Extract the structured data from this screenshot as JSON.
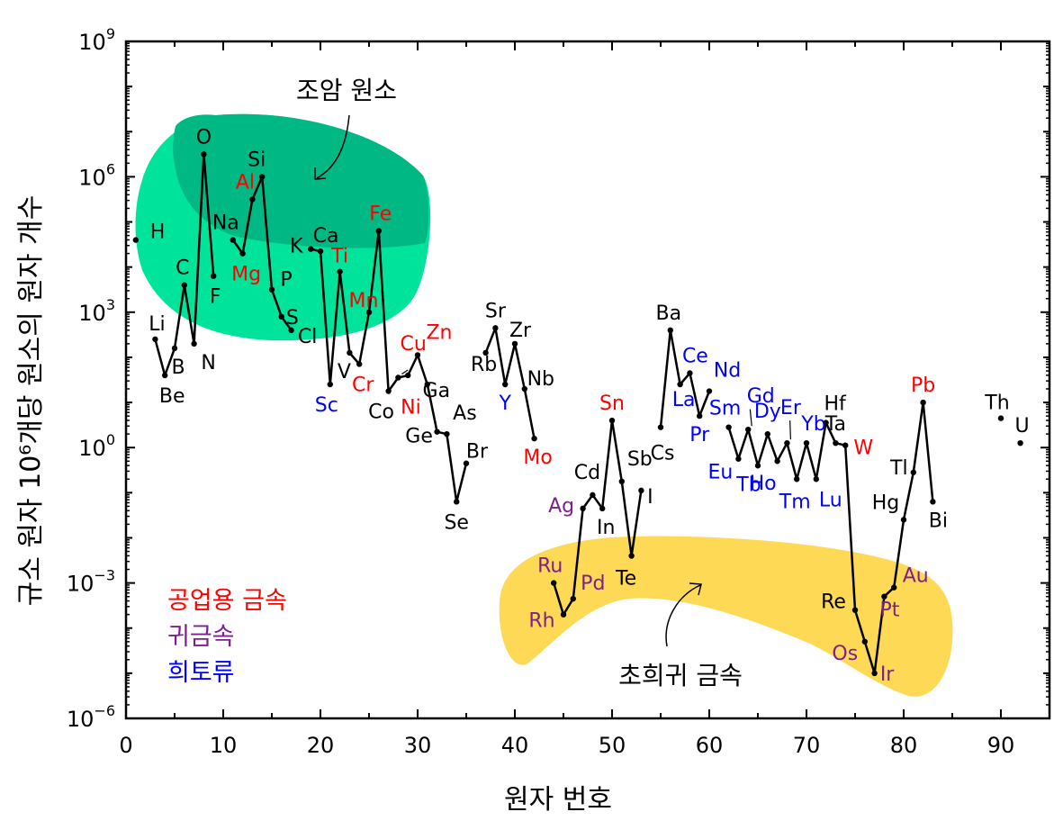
{
  "chart_data": {
    "type": "line",
    "xlabel": "원자 번호",
    "ylabel": "규소 원자 10⁶개당 원소의 원자 개수",
    "xlim": [
      0,
      95
    ],
    "ylim_log10": [
      -6,
      9
    ],
    "y_scale": "log",
    "xticks": [
      "0",
      "10",
      "20",
      "30",
      "40",
      "50",
      "60",
      "70",
      "80",
      "90"
    ],
    "yticks": [
      {
        "base": "10",
        "exp": "9",
        "value": 9
      },
      {
        "base": "10",
        "exp": "6",
        "value": 6
      },
      {
        "base": "10",
        "exp": "3",
        "value": 3
      },
      {
        "base": "10",
        "exp": "0",
        "value": 0
      },
      {
        "base": "10",
        "exp": "−3",
        "value": -3
      },
      {
        "base": "10",
        "exp": "−6",
        "value": -6
      }
    ],
    "colors": {
      "industrial": "#ff0000",
      "precious": "#7f1f8f",
      "rare_earth": "#0000ff",
      "other": "#000000",
      "line": "#000000"
    },
    "regions": [
      {
        "label": "조암 원소",
        "color": "#00e39a"
      },
      {
        "label": "초희귀 금속",
        "color": "#fdd955"
      }
    ],
    "legend": [
      {
        "label": "공업용 금속",
        "color": "#ff0000"
      },
      {
        "label": "귀금속",
        "color": "#7f1f8f"
      },
      {
        "label": "희토류",
        "color": "#0000ff"
      }
    ],
    "elements": [
      {
        "z": 1,
        "sym": "H",
        "log10": 4.6,
        "group": "other"
      },
      {
        "z": 3,
        "sym": "Li",
        "log10": 2.4,
        "group": "other"
      },
      {
        "z": 4,
        "sym": "Be",
        "log10": 1.6,
        "group": "other"
      },
      {
        "z": 5,
        "sym": "B",
        "log10": 2.2,
        "group": "other"
      },
      {
        "z": 6,
        "sym": "C",
        "log10": 3.6,
        "group": "other"
      },
      {
        "z": 7,
        "sym": "N",
        "log10": 2.3,
        "group": "other"
      },
      {
        "z": 8,
        "sym": "O",
        "log10": 6.5,
        "group": "other"
      },
      {
        "z": 9,
        "sym": "F",
        "log10": 3.8,
        "group": "other"
      },
      {
        "z": 11,
        "sym": "Na",
        "log10": 4.6,
        "group": "other"
      },
      {
        "z": 12,
        "sym": "Mg",
        "log10": 4.3,
        "group": "industrial"
      },
      {
        "z": 13,
        "sym": "Al",
        "log10": 5.5,
        "group": "industrial"
      },
      {
        "z": 14,
        "sym": "Si",
        "log10": 6.0,
        "group": "other"
      },
      {
        "z": 15,
        "sym": "P",
        "log10": 3.5,
        "group": "other"
      },
      {
        "z": 16,
        "sym": "S",
        "log10": 2.9,
        "group": "other"
      },
      {
        "z": 17,
        "sym": "Cl",
        "log10": 2.6,
        "group": "other"
      },
      {
        "z": 19,
        "sym": "K",
        "log10": 4.4,
        "group": "other"
      },
      {
        "z": 20,
        "sym": "Ca",
        "log10": 4.35,
        "group": "other"
      },
      {
        "z": 21,
        "sym": "Sc",
        "log10": 1.4,
        "group": "rare_earth"
      },
      {
        "z": 22,
        "sym": "Ti",
        "log10": 3.9,
        "group": "industrial"
      },
      {
        "z": 23,
        "sym": "V",
        "log10": 2.1,
        "group": "other"
      },
      {
        "z": 24,
        "sym": "Cr",
        "log10": 1.85,
        "group": "industrial"
      },
      {
        "z": 25,
        "sym": "Mn",
        "log10": 3.0,
        "group": "industrial"
      },
      {
        "z": 26,
        "sym": "Fe",
        "log10": 4.8,
        "group": "industrial"
      },
      {
        "z": 27,
        "sym": "Co",
        "log10": 1.25,
        "group": "other"
      },
      {
        "z": 28,
        "sym": "Ni",
        "log10": 1.55,
        "group": "industrial"
      },
      {
        "z": 29,
        "sym": "Cu",
        "log10": 1.6,
        "group": "industrial"
      },
      {
        "z": 30,
        "sym": "Zn",
        "log10": 2.05,
        "group": "industrial"
      },
      {
        "z": 31,
        "sym": "Ga",
        "log10": 1.4,
        "group": "other"
      },
      {
        "z": 32,
        "sym": "Ge",
        "log10": 0.35,
        "group": "other"
      },
      {
        "z": 33,
        "sym": "As",
        "log10": 0.3,
        "group": "other"
      },
      {
        "z": 34,
        "sym": "Se",
        "log10": -1.2,
        "group": "other"
      },
      {
        "z": 35,
        "sym": "Br",
        "log10": -0.35,
        "group": "other"
      },
      {
        "z": 37,
        "sym": "Rb",
        "log10": 2.1,
        "group": "other"
      },
      {
        "z": 38,
        "sym": "Sr",
        "log10": 2.65,
        "group": "other"
      },
      {
        "z": 39,
        "sym": "Y",
        "log10": 1.4,
        "group": "rare_earth"
      },
      {
        "z": 40,
        "sym": "Zr",
        "log10": 2.3,
        "group": "other"
      },
      {
        "z": 41,
        "sym": "Nb",
        "log10": 1.3,
        "group": "other"
      },
      {
        "z": 42,
        "sym": "Mo",
        "log10": 0.2,
        "group": "industrial"
      },
      {
        "z": 44,
        "sym": "Ru",
        "log10": -3.0,
        "group": "precious"
      },
      {
        "z": 45,
        "sym": "Rh",
        "log10": -3.7,
        "group": "precious"
      },
      {
        "z": 46,
        "sym": "Pd",
        "log10": -3.35,
        "group": "precious"
      },
      {
        "z": 47,
        "sym": "Ag",
        "log10": -1.35,
        "group": "precious"
      },
      {
        "z": 48,
        "sym": "Cd",
        "log10": -1.05,
        "group": "other"
      },
      {
        "z": 49,
        "sym": "In",
        "log10": -1.35,
        "group": "other"
      },
      {
        "z": 50,
        "sym": "Sn",
        "log10": 0.6,
        "group": "industrial"
      },
      {
        "z": 51,
        "sym": "Sb",
        "log10": -0.75,
        "group": "other"
      },
      {
        "z": 52,
        "sym": "Te",
        "log10": -2.4,
        "group": "other"
      },
      {
        "z": 53,
        "sym": "I",
        "log10": -0.95,
        "group": "other"
      },
      {
        "z": 55,
        "sym": "Cs",
        "log10": 0.45,
        "group": "other"
      },
      {
        "z": 56,
        "sym": "Ba",
        "log10": 2.6,
        "group": "other"
      },
      {
        "z": 57,
        "sym": "La",
        "log10": 1.4,
        "group": "rare_earth"
      },
      {
        "z": 58,
        "sym": "Ce",
        "log10": 1.65,
        "group": "rare_earth"
      },
      {
        "z": 59,
        "sym": "Pr",
        "log10": 0.7,
        "group": "rare_earth"
      },
      {
        "z": 60,
        "sym": "Nd",
        "log10": 1.25,
        "group": "rare_earth"
      },
      {
        "z": 62,
        "sym": "Sm",
        "log10": 0.45,
        "group": "rare_earth"
      },
      {
        "z": 63,
        "sym": "Eu",
        "log10": -0.25,
        "group": "rare_earth"
      },
      {
        "z": 64,
        "sym": "Gd",
        "log10": 0.4,
        "group": "rare_earth"
      },
      {
        "z": 65,
        "sym": "Tb",
        "log10": -0.4,
        "group": "rare_earth"
      },
      {
        "z": 66,
        "sym": "Dy",
        "log10": 0.3,
        "group": "rare_earth"
      },
      {
        "z": 67,
        "sym": "Ho",
        "log10": -0.3,
        "group": "rare_earth"
      },
      {
        "z": 68,
        "sym": "Er",
        "log10": 0.1,
        "group": "rare_earth"
      },
      {
        "z": 69,
        "sym": "Tm",
        "log10": -0.7,
        "group": "rare_earth"
      },
      {
        "z": 70,
        "sym": "Yb",
        "log10": 0.1,
        "group": "rare_earth"
      },
      {
        "z": 71,
        "sym": "Lu",
        "log10": -0.7,
        "group": "rare_earth"
      },
      {
        "z": 72,
        "sym": "Hf",
        "log10": 0.55,
        "group": "other"
      },
      {
        "z": 73,
        "sym": "Ta",
        "log10": 0.1,
        "group": "other"
      },
      {
        "z": 74,
        "sym": "W",
        "log10": 0.05,
        "group": "industrial"
      },
      {
        "z": 75,
        "sym": "Re",
        "log10": -3.6,
        "group": "other"
      },
      {
        "z": 76,
        "sym": "Os",
        "log10": -4.3,
        "group": "precious"
      },
      {
        "z": 77,
        "sym": "Ir",
        "log10": -5.0,
        "group": "precious"
      },
      {
        "z": 78,
        "sym": "Pt",
        "log10": -3.3,
        "group": "precious"
      },
      {
        "z": 79,
        "sym": "Au",
        "log10": -3.1,
        "group": "precious"
      },
      {
        "z": 80,
        "sym": "Hg",
        "log10": -1.6,
        "group": "other"
      },
      {
        "z": 81,
        "sym": "Tl",
        "log10": -0.55,
        "group": "other"
      },
      {
        "z": 82,
        "sym": "Pb",
        "log10": 1.0,
        "group": "industrial"
      },
      {
        "z": 83,
        "sym": "Bi",
        "log10": -1.2,
        "group": "other"
      },
      {
        "z": 90,
        "sym": "Th",
        "log10": 0.65,
        "group": "other"
      },
      {
        "z": 92,
        "sym": "U",
        "log10": 0.1,
        "group": "other"
      }
    ]
  }
}
